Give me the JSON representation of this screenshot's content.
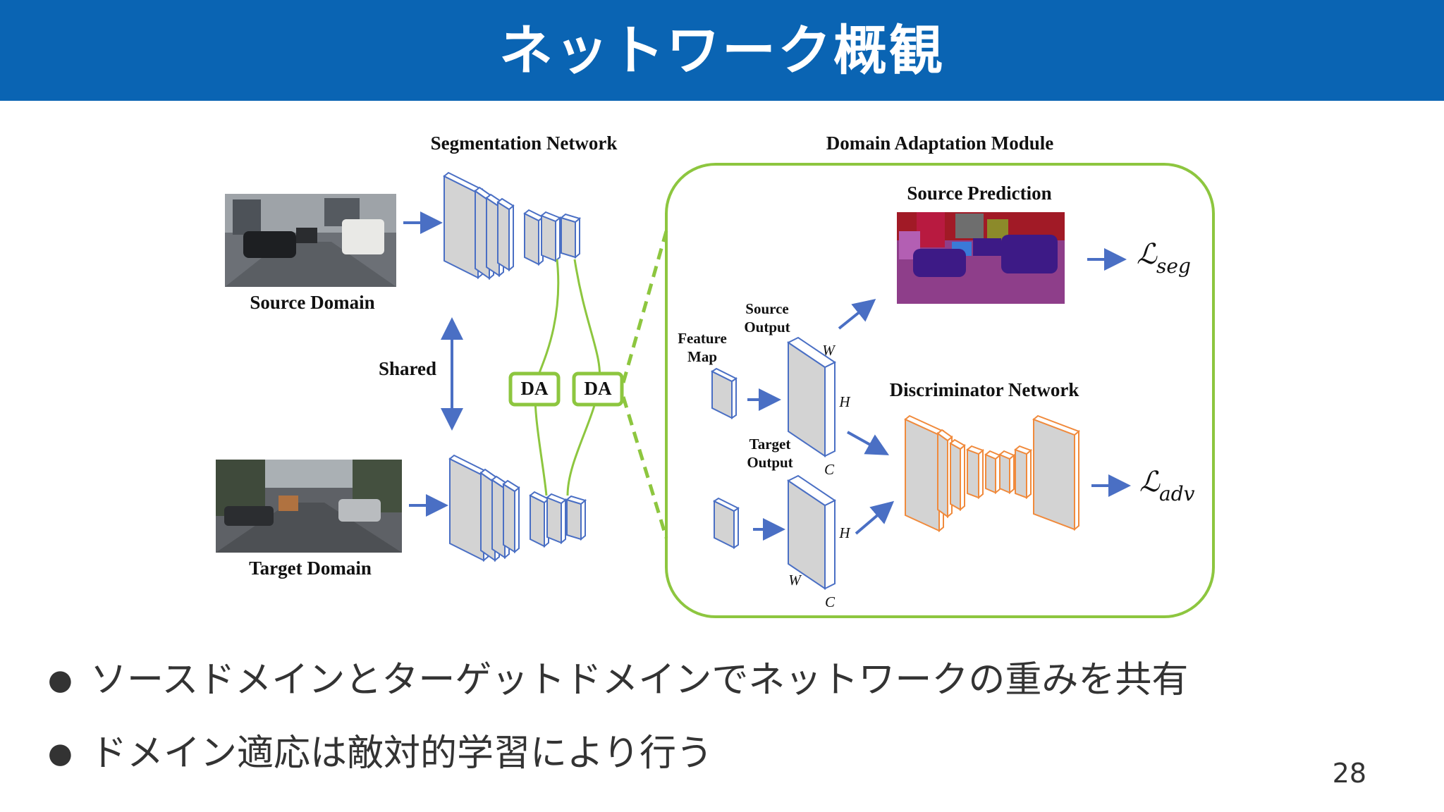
{
  "slide": {
    "title": "ネットワーク概観",
    "page_number": "28",
    "colors": {
      "header": "#0a64b3",
      "module_border": "#8dc63f",
      "layers": "#4a6fc4",
      "discriminator": "#f08a3c"
    }
  },
  "diagram": {
    "segmentation_network_label": "Segmentation Network",
    "domain_adaptation_module_label": "Domain Adaptation Module",
    "source_domain_label": "Source Domain",
    "target_domain_label": "Target Domain",
    "shared_label": "Shared",
    "da_labels": [
      "DA",
      "DA"
    ],
    "feature_map_label": [
      "Feature",
      "Map"
    ],
    "source_output_label": [
      "Source",
      "Output"
    ],
    "target_output_label": [
      "Target",
      "Output"
    ],
    "source_prediction_label": "Source Prediction",
    "discriminator_label": "Discriminator Network",
    "loss_seg": {
      "main": "ℒ",
      "sub": "seg"
    },
    "loss_adv": {
      "main": "ℒ",
      "sub": "adv"
    },
    "dims": {
      "w": "W",
      "h": "H",
      "c": "C"
    }
  },
  "bullets": [
    "ソースドメインとターゲットドメインでネットワークの重みを共有",
    "ドメイン適応は敵対的学習により行う"
  ]
}
